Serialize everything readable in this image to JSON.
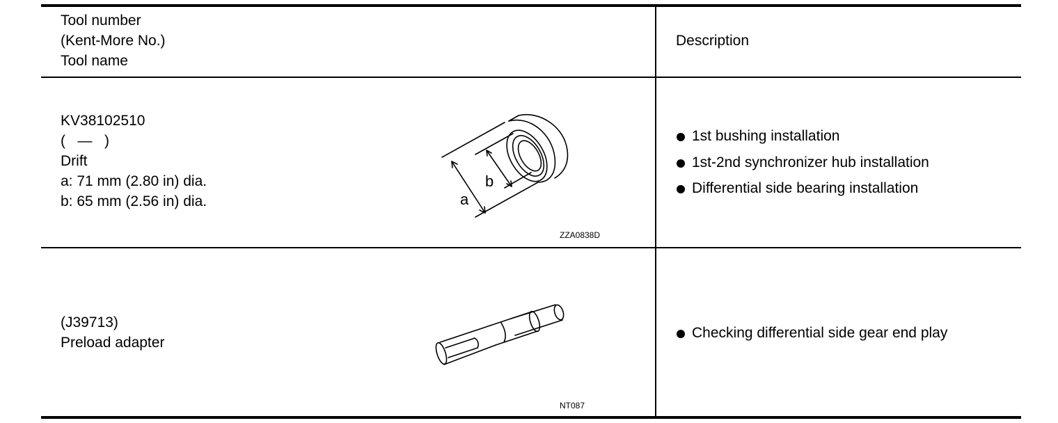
{
  "header": {
    "left_lines": [
      "Tool number",
      "(Kent-More No.)",
      "Tool name"
    ],
    "right": "Description"
  },
  "rows": [
    {
      "tool_lines": [
        "KV38102510",
        "(   —   )",
        "Drift",
        "a: 71 mm (2.80 in) dia.",
        "b: 65 mm (2.56 in) dia."
      ],
      "figure_code": "ZZA0838D",
      "figure_icon": "drift-tool-icon",
      "figure_labels": {
        "a": "a",
        "b": "b"
      },
      "description": [
        "1st bushing installation",
        "1st-2nd synchronizer hub installation",
        "Differential side bearing installation"
      ]
    },
    {
      "tool_lines": [
        "(J39713)",
        "Preload adapter"
      ],
      "figure_code": "NT087",
      "figure_icon": "preload-adapter-icon",
      "description": [
        "Checking differential side gear end play"
      ]
    }
  ]
}
